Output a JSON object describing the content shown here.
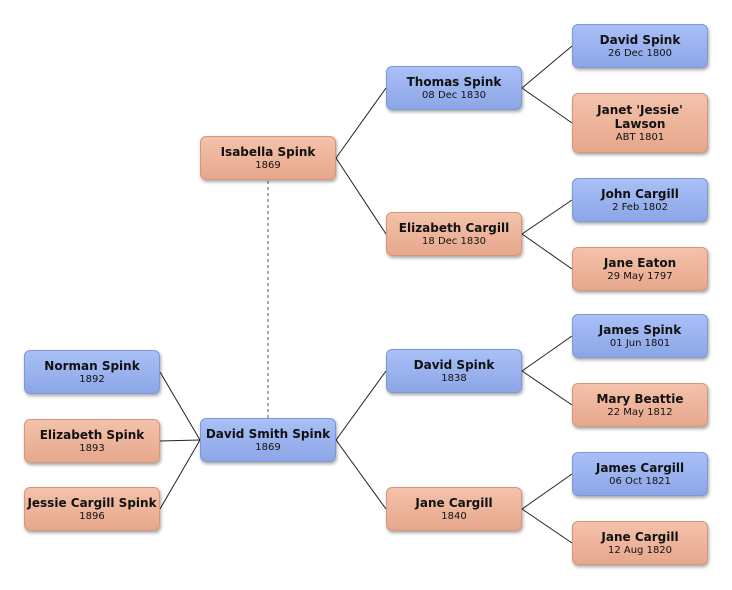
{
  "people": {
    "isabella": {
      "name": "Isabella Spink",
      "date": "1869",
      "gender": "female"
    },
    "david_smith": {
      "name": "David Smith Spink",
      "date": "1869",
      "gender": "male"
    },
    "thomas": {
      "name": "Thomas Spink",
      "date": "08 Dec 1830",
      "gender": "male"
    },
    "elizabeth_cargill": {
      "name": "Elizabeth Cargill",
      "date": "18 Dec 1830",
      "gender": "female"
    },
    "david_spink_1800": {
      "name": "David Spink",
      "date": "26 Dec 1800",
      "gender": "male"
    },
    "janet": {
      "name": "Janet 'Jessie' Lawson",
      "date": "ABT 1801",
      "gender": "female"
    },
    "john_cargill": {
      "name": "John Cargill",
      "date": "2 Feb 1802",
      "gender": "male"
    },
    "jane_eaton": {
      "name": "Jane Eaton",
      "date": "29 May 1797",
      "gender": "female"
    },
    "david_spink_1838": {
      "name": "David Spink",
      "date": "1838",
      "gender": "male"
    },
    "jane_cargill_1840": {
      "name": "Jane Cargill",
      "date": "1840",
      "gender": "female"
    },
    "james_spink": {
      "name": "James Spink",
      "date": "01 Jun 1801",
      "gender": "male"
    },
    "mary_beattie": {
      "name": "Mary Beattie",
      "date": "22 May 1812",
      "gender": "female"
    },
    "james_cargill": {
      "name": "James Cargill",
      "date": "06 Oct 1821",
      "gender": "male"
    },
    "jane_cargill_1820": {
      "name": "Jane Cargill",
      "date": "12 Aug 1820",
      "gender": "female"
    },
    "norman": {
      "name": "Norman Spink",
      "date": "1892",
      "gender": "male"
    },
    "elizabeth_spink": {
      "name": "Elizabeth Spink",
      "date": "1893",
      "gender": "female"
    },
    "jessie": {
      "name": "Jessie Cargill Spink",
      "date": "1896",
      "gender": "female"
    }
  },
  "colors": {
    "male": "#98b1ee",
    "female": "#eeb49a",
    "line": "#222222",
    "spouse_line": "#888888"
  }
}
